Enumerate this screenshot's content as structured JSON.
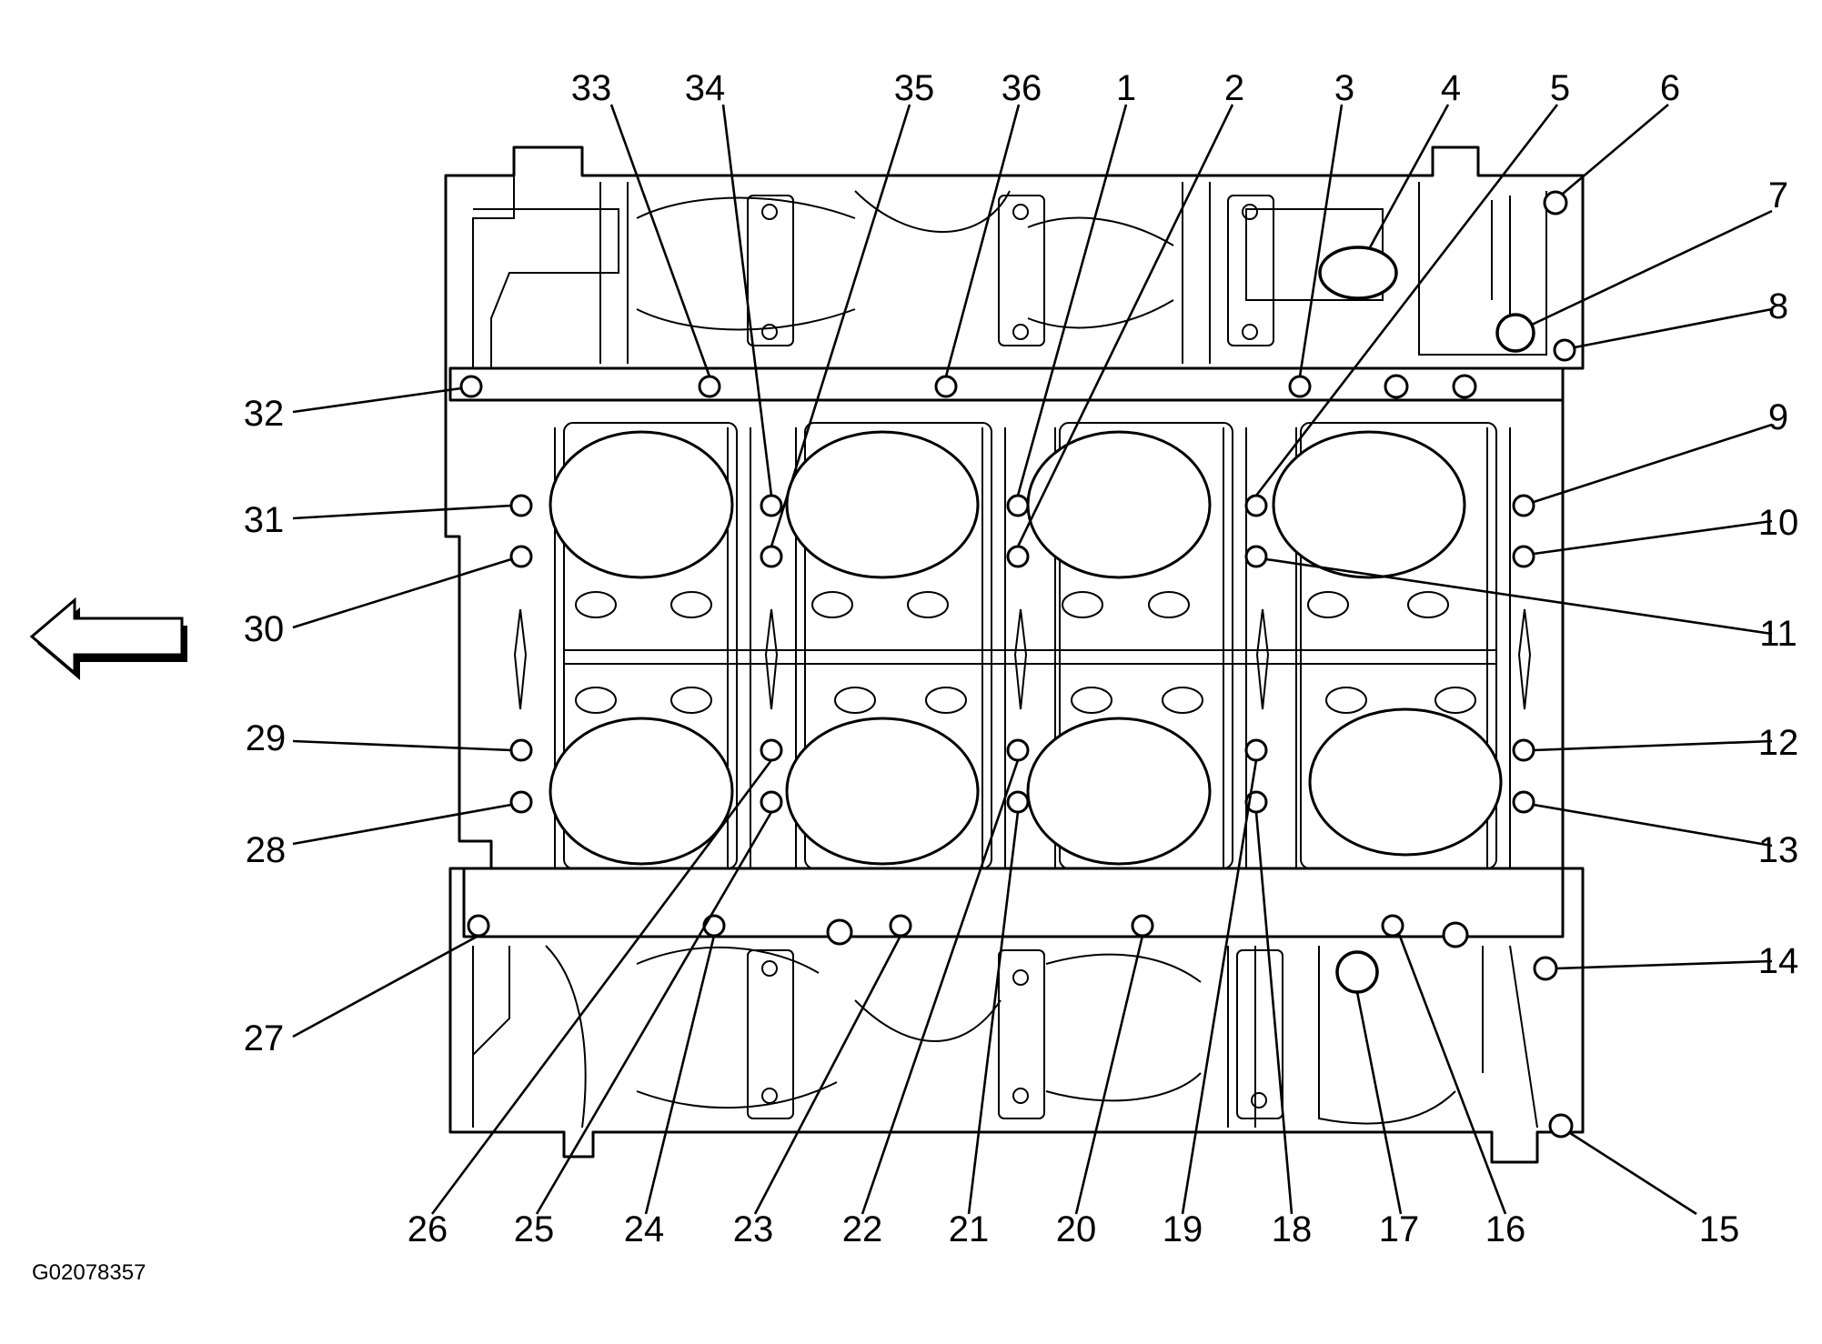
{
  "figure_id": "G02078357",
  "direction_arrow": {
    "icon": "left-arrow-icon",
    "meaning": "front"
  },
  "callouts": [
    "1",
    "2",
    "3",
    "4",
    "5",
    "6",
    "7",
    "8",
    "9",
    "10",
    "11",
    "12",
    "13",
    "14",
    "15",
    "16",
    "17",
    "18",
    "19",
    "20",
    "21",
    "22",
    "23",
    "24",
    "25",
    "26",
    "27",
    "28",
    "29",
    "30",
    "31",
    "32",
    "33",
    "34",
    "35",
    "36"
  ]
}
